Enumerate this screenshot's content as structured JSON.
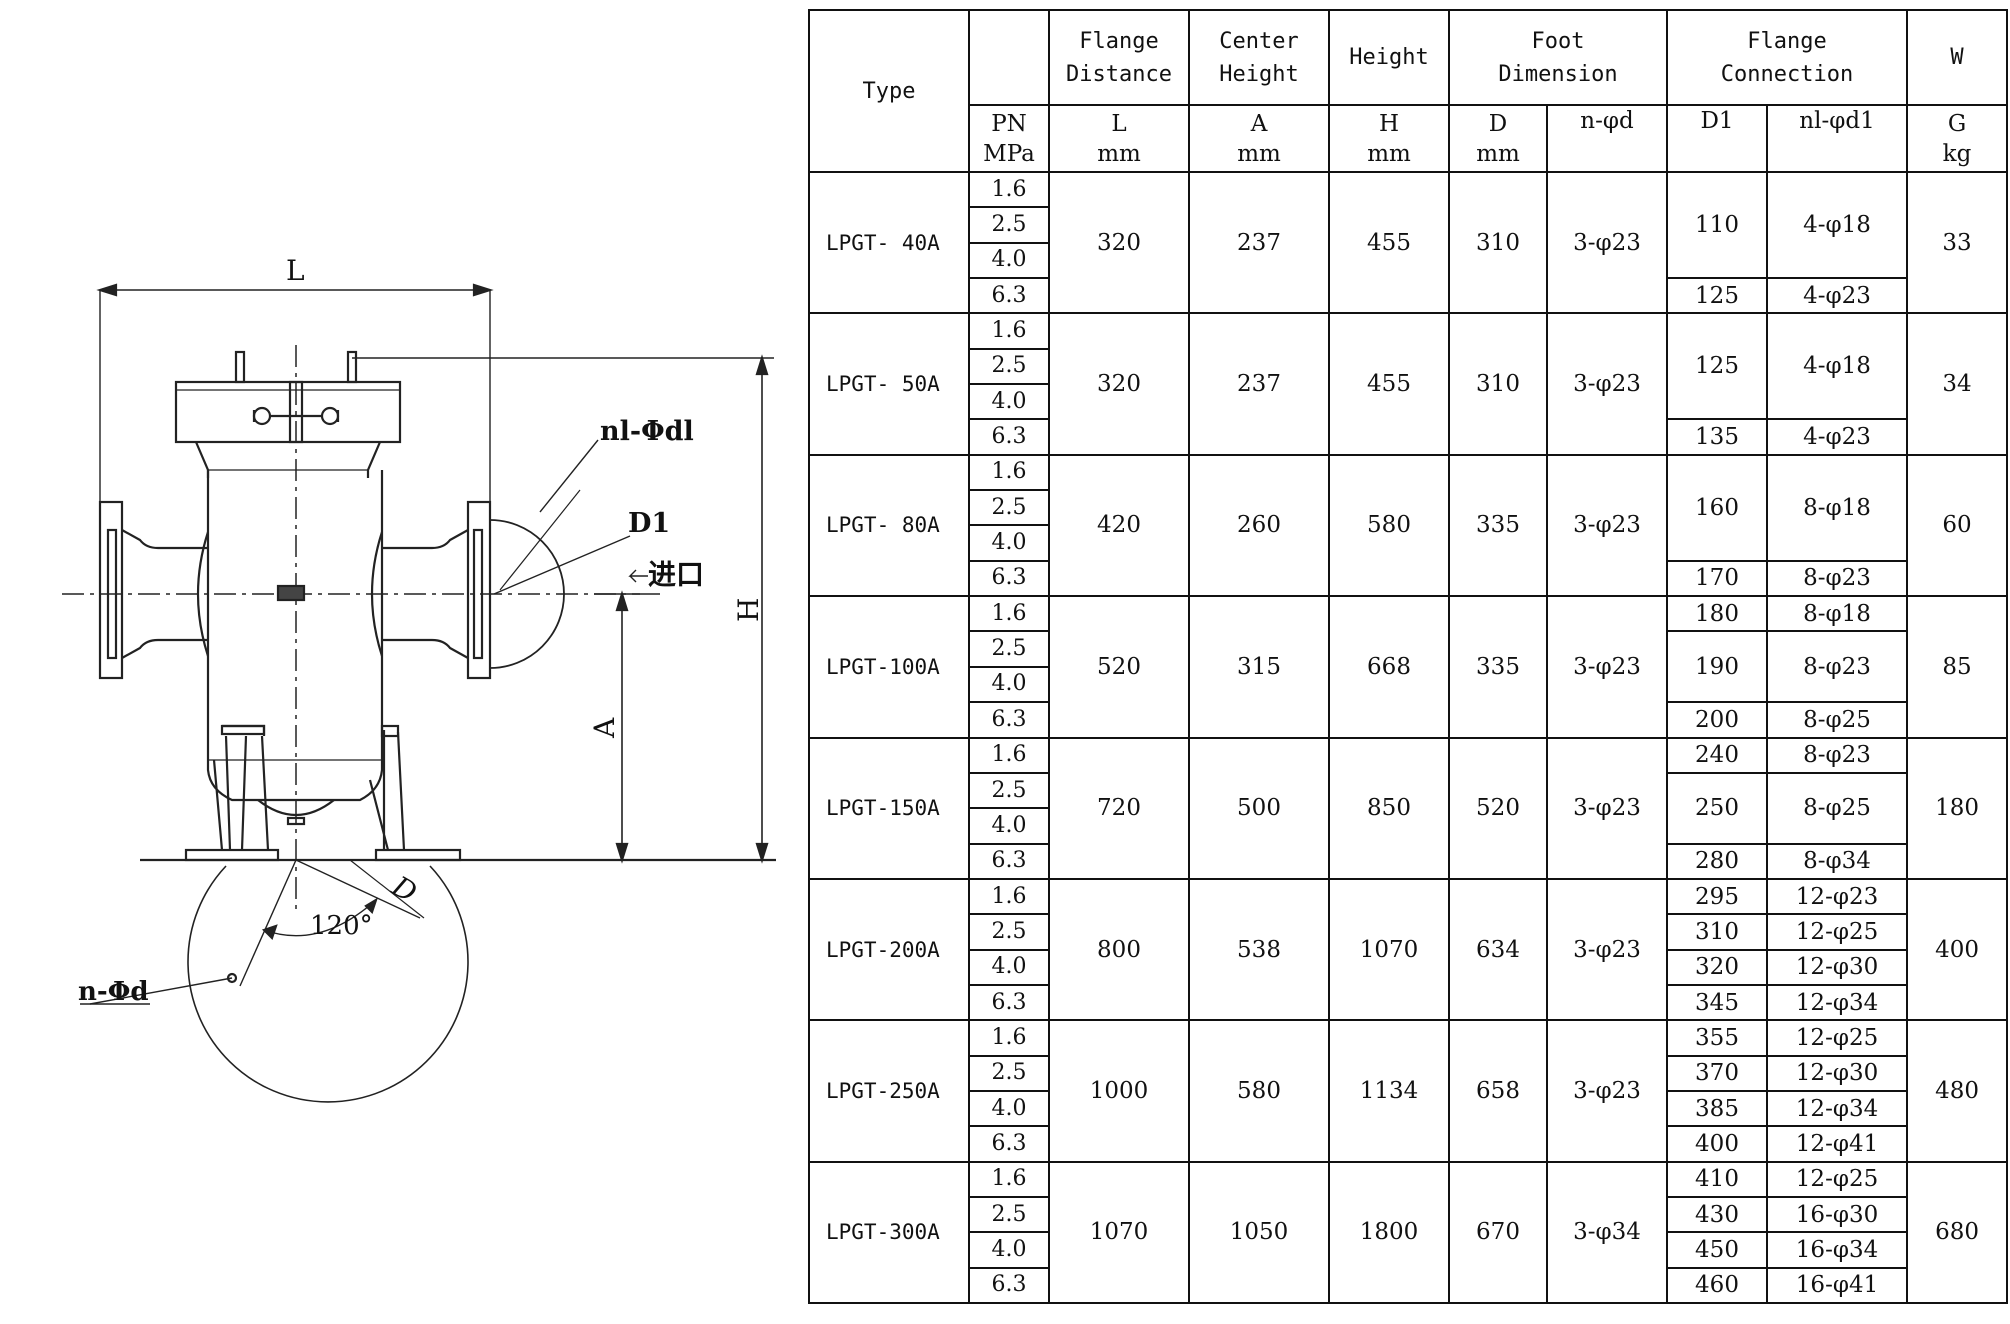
{
  "drawing": {
    "labels": {
      "L": "L",
      "H": "H",
      "A": "A",
      "D": "D",
      "D1": "D1",
      "n1d1": "nl-Φdl",
      "nd": "n-Φd",
      "angle": "120°",
      "inlet": "进口"
    }
  },
  "table": {
    "header1": {
      "type": "Type",
      "flange_distance": [
        "Flange",
        "Distance"
      ],
      "center_height": [
        "Center",
        "Height"
      ],
      "height": "Height",
      "foot_dimension": [
        "Foot",
        "Dimension"
      ],
      "flange_connection": [
        "Flange",
        "Connection"
      ],
      "weight": "W"
    },
    "header2": {
      "pn": [
        "PN",
        "MPa"
      ],
      "L": [
        "L",
        "mm"
      ],
      "A": [
        "A",
        "mm"
      ],
      "H": [
        "H",
        "mm"
      ],
      "D": [
        "D",
        "mm"
      ],
      "nd": "n-φd",
      "D1": "D1",
      "n1d1": "nl-φd1",
      "G": [
        "G",
        "kg"
      ]
    },
    "rows": [
      {
        "type": "LPGT- 40A",
        "pn": [
          "1.6",
          "2.5",
          "4.0",
          "6.3"
        ],
        "L": "320",
        "A": "237",
        "H": "455",
        "D": "310",
        "nd": "3-φ23",
        "flange": [
          {
            "span": 3,
            "D1": "110",
            "n1d1": "4-φ18"
          },
          {
            "span": 1,
            "D1": "125",
            "n1d1": "4-φ23"
          }
        ],
        "G": "33"
      },
      {
        "type": "LPGT- 50A",
        "pn": [
          "1.6",
          "2.5",
          "4.0",
          "6.3"
        ],
        "L": "320",
        "A": "237",
        "H": "455",
        "D": "310",
        "nd": "3-φ23",
        "flange": [
          {
            "span": 3,
            "D1": "125",
            "n1d1": "4-φ18"
          },
          {
            "span": 1,
            "D1": "135",
            "n1d1": "4-φ23"
          }
        ],
        "G": "34"
      },
      {
        "type": "LPGT- 80A",
        "pn": [
          "1.6",
          "2.5",
          "4.0",
          "6.3"
        ],
        "L": "420",
        "A": "260",
        "H": "580",
        "D": "335",
        "nd": "3-φ23",
        "flange": [
          {
            "span": 3,
            "D1": "160",
            "n1d1": "8-φ18"
          },
          {
            "span": 1,
            "D1": "170",
            "n1d1": "8-φ23"
          }
        ],
        "G": "60"
      },
      {
        "type": "LPGT-100A",
        "pn": [
          "1.6",
          "2.5",
          "4.0",
          "6.3"
        ],
        "L": "520",
        "A": "315",
        "H": "668",
        "D": "335",
        "nd": "3-φ23",
        "flange": [
          {
            "span": 1,
            "D1": "180",
            "n1d1": "8-φ18"
          },
          {
            "span": 2,
            "D1": "190",
            "n1d1": "8-φ23"
          },
          {
            "span": 1,
            "D1": "200",
            "n1d1": "8-φ25"
          }
        ],
        "G": "85"
      },
      {
        "type": "LPGT-150A",
        "pn": [
          "1.6",
          "2.5",
          "4.0",
          "6.3"
        ],
        "L": "720",
        "A": "500",
        "H": "850",
        "D": "520",
        "nd": "3-φ23",
        "flange": [
          {
            "span": 1,
            "D1": "240",
            "n1d1": "8-φ23"
          },
          {
            "span": 2,
            "D1": "250",
            "n1d1": "8-φ25"
          },
          {
            "span": 1,
            "D1": "280",
            "n1d1": "8-φ34"
          }
        ],
        "G": "180"
      },
      {
        "type": "LPGT-200A",
        "pn": [
          "1.6",
          "2.5",
          "4.0",
          "6.3"
        ],
        "L": "800",
        "A": "538",
        "H": "1070",
        "D": "634",
        "nd": "3-φ23",
        "flange": [
          {
            "span": 1,
            "D1": "295",
            "n1d1": "12-φ23"
          },
          {
            "span": 1,
            "D1": "310",
            "n1d1": "12-φ25"
          },
          {
            "span": 1,
            "D1": "320",
            "n1d1": "12-φ30"
          },
          {
            "span": 1,
            "D1": "345",
            "n1d1": "12-φ34"
          }
        ],
        "G": "400"
      },
      {
        "type": "LPGT-250A",
        "pn": [
          "1.6",
          "2.5",
          "4.0",
          "6.3"
        ],
        "L": "1000",
        "A": "580",
        "H": "1134",
        "D": "658",
        "nd": "3-φ23",
        "flange": [
          {
            "span": 1,
            "D1": "355",
            "n1d1": "12-φ25"
          },
          {
            "span": 1,
            "D1": "370",
            "n1d1": "12-φ30"
          },
          {
            "span": 1,
            "D1": "385",
            "n1d1": "12-φ34"
          },
          {
            "span": 1,
            "D1": "400",
            "n1d1": "12-φ41"
          }
        ],
        "G": "480"
      },
      {
        "type": "LPGT-300A",
        "pn": [
          "1.6",
          "2.5",
          "4.0",
          "6.3"
        ],
        "L": "1070",
        "A": "1050",
        "H": "1800",
        "D": "670",
        "nd": "3-φ34",
        "flange": [
          {
            "span": 1,
            "D1": "410",
            "n1d1": "12-φ25"
          },
          {
            "span": 1,
            "D1": "430",
            "n1d1": "16-φ30"
          },
          {
            "span": 1,
            "D1": "450",
            "n1d1": "16-φ34"
          },
          {
            "span": 1,
            "D1": "460",
            "n1d1": "16-φ41"
          }
        ],
        "G": "680"
      }
    ]
  }
}
